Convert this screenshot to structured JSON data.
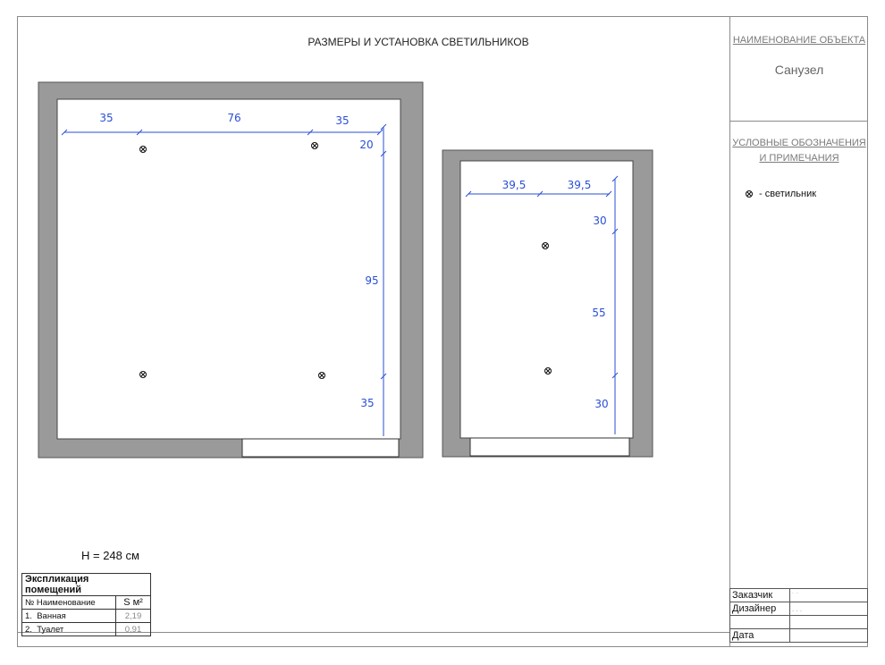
{
  "drawing": {
    "title": "РАЗМЕРЫ И УСТАНОВКА СВЕТИЛЬНИКОВ",
    "height_note": "H = 248 см"
  },
  "sidebar": {
    "object_header": "НАИМЕНОВАНИЕ ОБЪЕКТА",
    "object_name": "Санузел",
    "legend_header_line1": "УСЛОВНЫЕ ОБОЗНАЧЕНИЯ",
    "legend_header_line2": "И ПРИМЕЧАНИЯ",
    "legend_item": "- светильник"
  },
  "rooms": [
    {
      "name": "Ванная",
      "dims_horizontal": [
        "35",
        "76",
        "35"
      ],
      "dims_vertical": [
        "20",
        "95",
        "35"
      ]
    },
    {
      "name": "Туалет",
      "dims_horizontal": [
        "39,5",
        "39,5"
      ],
      "dims_vertical": [
        "30",
        "55",
        "30"
      ]
    }
  ],
  "explication": {
    "header": "Экспликация помещений",
    "col_name": "№ Наименование",
    "col_area": "S м²",
    "rows": [
      {
        "num": "1.",
        "name": "Ванная",
        "area": "2,19"
      },
      {
        "num": "2.",
        "name": "Туалет",
        "area": "0,91"
      }
    ]
  },
  "stamp": {
    "customer_label": "Заказчик",
    "customer_value": "˙ ˙",
    "designer_label": "Дизайнер",
    "designer_value": ". .           .",
    "date_label": "Дата"
  },
  "colors": {
    "wall": "#9a9a9a",
    "dimension": "#2a4fd6"
  }
}
